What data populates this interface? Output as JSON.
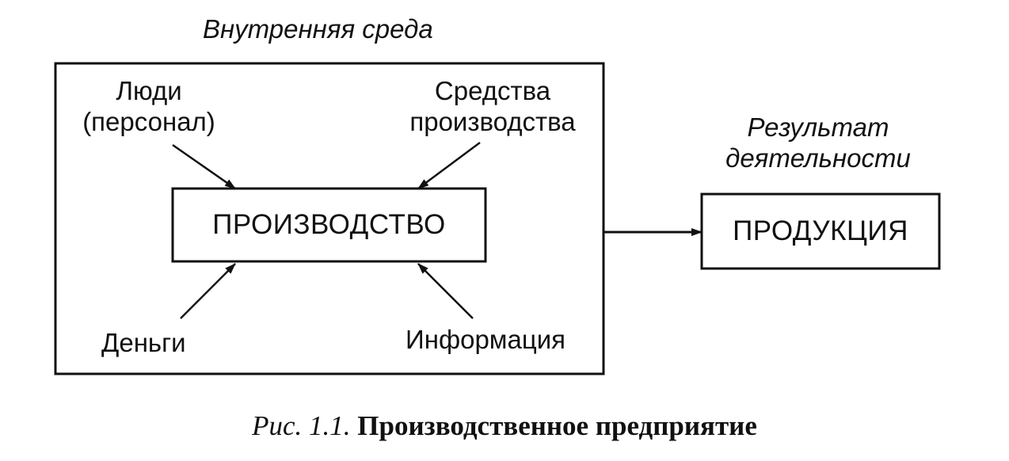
{
  "inner_environment": {
    "title": "Внутренняя среда"
  },
  "inputs": {
    "people": {
      "line1": "Люди",
      "line2": "(персонал)"
    },
    "means": {
      "line1": "Средства",
      "line2": "производства"
    },
    "money": "Деньги",
    "information": "Информация"
  },
  "production_box": "ПРОИЗВОДСТВО",
  "result": {
    "line1": "Результат",
    "line2": "деятельности"
  },
  "product_box": "ПРОДУКЦИЯ",
  "caption": {
    "prefix": "Рис. 1.1.",
    "title": "Производственное предприятие"
  },
  "colors": {
    "ink": "#111111",
    "background": "#ffffff"
  }
}
